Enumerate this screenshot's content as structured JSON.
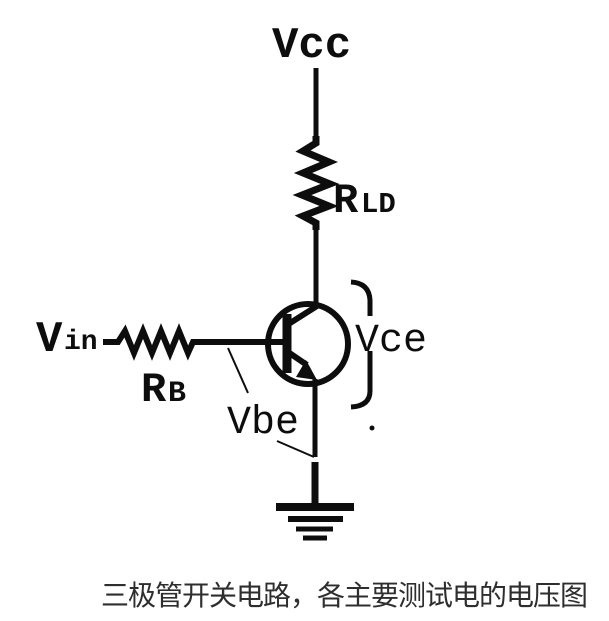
{
  "colors": {
    "ink": "#0d0d0d",
    "background": "#ffffff",
    "caption_text": "#2e2e2e"
  },
  "diagram": {
    "kind": "transistor-switch-circuit",
    "labels": {
      "vcc": "Vcc",
      "rld": {
        "main": "R",
        "sub": "LD"
      },
      "vin": {
        "main": "V",
        "sub": "in"
      },
      "rb": {
        "main": "R",
        "sub": "B"
      },
      "vce": "Vce",
      "vbe": "Vbe"
    },
    "components": [
      "vcc-power-rail",
      "load-resistor-symbol",
      "npn-transistor-symbol",
      "base-resistor-symbol",
      "vce-measurement-bracket",
      "vbe-leader-lines",
      "ground-symbol"
    ]
  },
  "caption": "三极管开关电路，各主要测试电的电压图"
}
